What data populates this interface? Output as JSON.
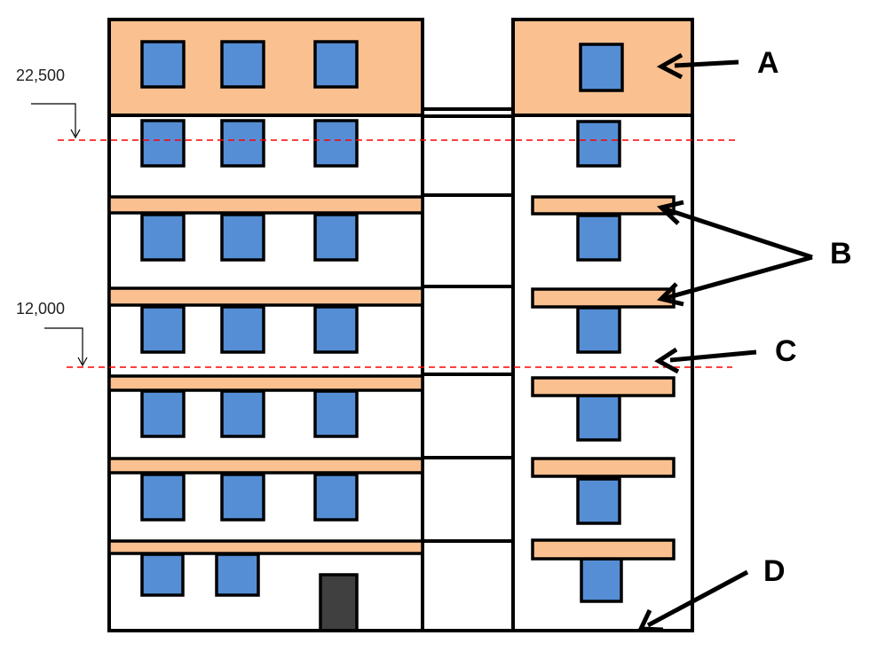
{
  "colors": {
    "facade": "#FAC090",
    "window": "#558ED5",
    "door": "#404040",
    "outline": "#000000",
    "level_line": "#FF0000"
  },
  "levels": [
    {
      "label": "22,500"
    },
    {
      "label": "12,000"
    }
  ],
  "callouts": {
    "a": "A",
    "b": "B",
    "c": "C",
    "d": "D"
  }
}
